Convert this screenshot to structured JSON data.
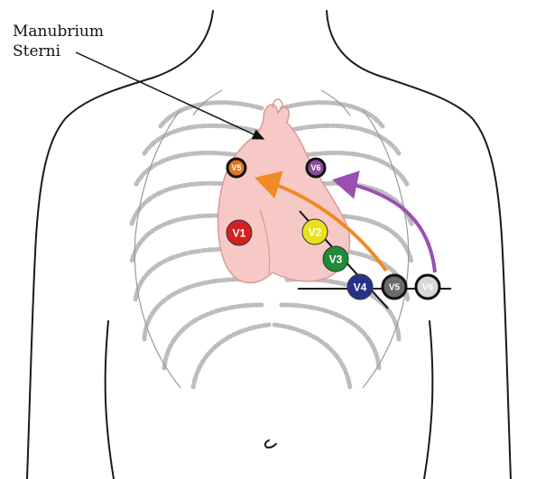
{
  "label": {
    "line1": "Manubrium",
    "line2": "Sterni"
  },
  "electrodes": [
    {
      "id": "v1",
      "text": "V1",
      "fill": "#d42020",
      "ring": "#d42020"
    },
    {
      "id": "v2",
      "text": "V2",
      "fill": "#e9e21a",
      "ring": "#e9e21a"
    },
    {
      "id": "v3",
      "text": "V3",
      "fill": "#1f8a3a",
      "ring": "#1f8a3a"
    },
    {
      "id": "v4",
      "text": "V4",
      "fill": "#27318a",
      "ring": "#27318a"
    },
    {
      "id": "v5",
      "text": "V5",
      "fill": "#6b6b6b",
      "ring": "#111111"
    },
    {
      "id": "v6",
      "text": "V6",
      "fill": "#d8d8d8",
      "ring": "#111111"
    },
    {
      "id": "v5r",
      "text": "V5",
      "fill": "#e0761f",
      "ring": "#111111"
    },
    {
      "id": "v6r",
      "text": "V6",
      "fill": "#8a4aa0",
      "ring": "#111111"
    }
  ],
  "colors": {
    "heart": "#f6c9c6",
    "heart_stroke": "#d99a96",
    "orange_arrow": "#f08a24",
    "purple_arrow": "#9b4fb3"
  }
}
